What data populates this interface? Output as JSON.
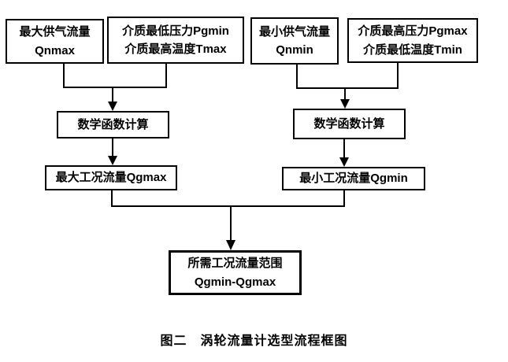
{
  "diagram": {
    "caption": "图二　涡轮流量计选型流程框图",
    "colors": {
      "line": "#000000",
      "background": "#ffffff",
      "text": "#000000"
    },
    "nodes": {
      "qnmax": {
        "line1": "最大供气流量",
        "line2": "Qnmax"
      },
      "pgmin_tmax": {
        "line1": "介质最低压力Pgmin",
        "line2": "介质最高温度Tmax"
      },
      "qnmin": {
        "line1": "最小供气流量",
        "line2": "Qnmin"
      },
      "pgmax_tmin": {
        "line1": "介质最高压力Pgmax",
        "line2": "介质最低温度Tmin"
      },
      "math_left": {
        "line1": "数学函数计算"
      },
      "math_right": {
        "line1": "数学函数计算"
      },
      "qgmax": {
        "line1": "最大工况流量Qgmax"
      },
      "qgmin": {
        "line1": "最小工况流量Qgmin"
      },
      "result": {
        "line1": "所需工况流量范围",
        "line2": "Qgmin-Qgmax"
      }
    }
  }
}
